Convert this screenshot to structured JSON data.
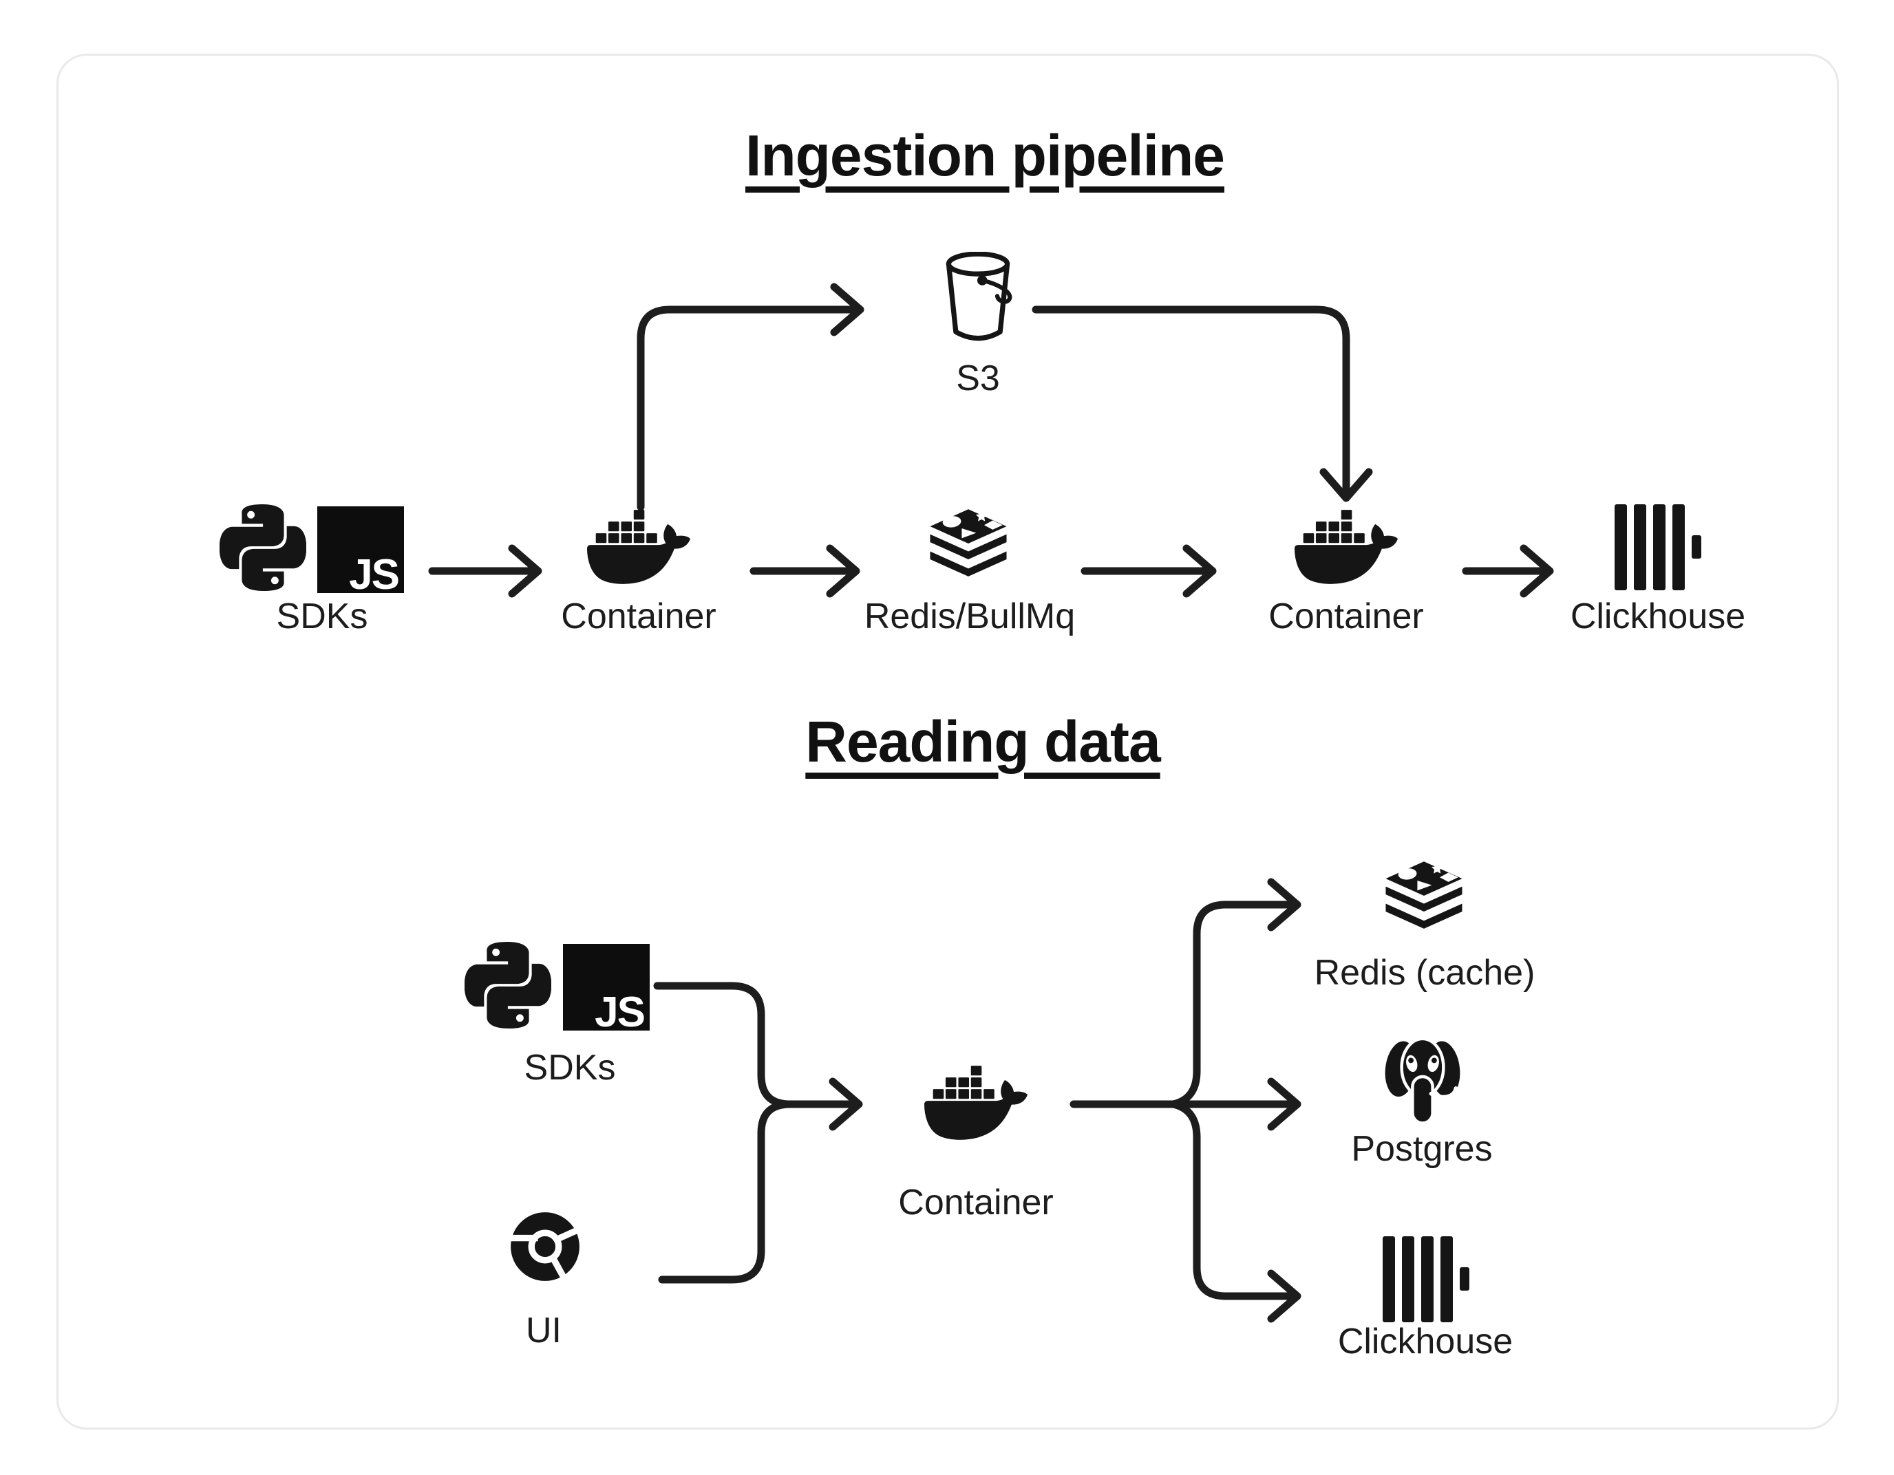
{
  "colors": {
    "ink": "#151515",
    "line": "#1d1d1d",
    "card_border": "#e9e9e9",
    "background": "#ffffff"
  },
  "badges": {
    "js": "JS"
  },
  "ingestion": {
    "title": "Ingestion pipeline",
    "nodes": {
      "sdks": {
        "label": "SDKs"
      },
      "s3": {
        "label": "S3"
      },
      "container_ingest": {
        "label": "Container"
      },
      "redis_queue": {
        "label": "Redis/BullMq"
      },
      "container_worker": {
        "label": "Container"
      },
      "clickhouse": {
        "label": "Clickhouse"
      }
    },
    "flow": [
      "SDKs → Container",
      "Container → S3",
      "Container → Redis/BullMq",
      "Redis/BullMq → Container",
      "S3 → Container",
      "Container → Clickhouse"
    ]
  },
  "reading": {
    "title": "Reading data",
    "nodes": {
      "sdks": {
        "label": "SDKs"
      },
      "ui": {
        "label": "UI"
      },
      "container_api": {
        "label": "Container"
      },
      "redis_cache": {
        "label": "Redis (cache)"
      },
      "postgres": {
        "label": "Postgres"
      },
      "clickhouse": {
        "label": "Clickhouse"
      }
    },
    "flow": [
      "SDKs → Container",
      "UI → Container",
      "Container → Redis (cache)",
      "Container → Postgres",
      "Container → Clickhouse"
    ]
  }
}
